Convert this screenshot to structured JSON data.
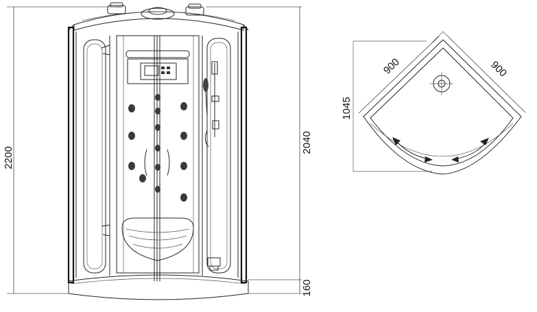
{
  "dimensions": {
    "total_height": "2200",
    "cabin_height": "2040",
    "tray_height": "160",
    "depth": "1045",
    "side_left": "900",
    "side_right": "900"
  },
  "colors": {
    "line": "#222222",
    "background": "#ffffff"
  }
}
